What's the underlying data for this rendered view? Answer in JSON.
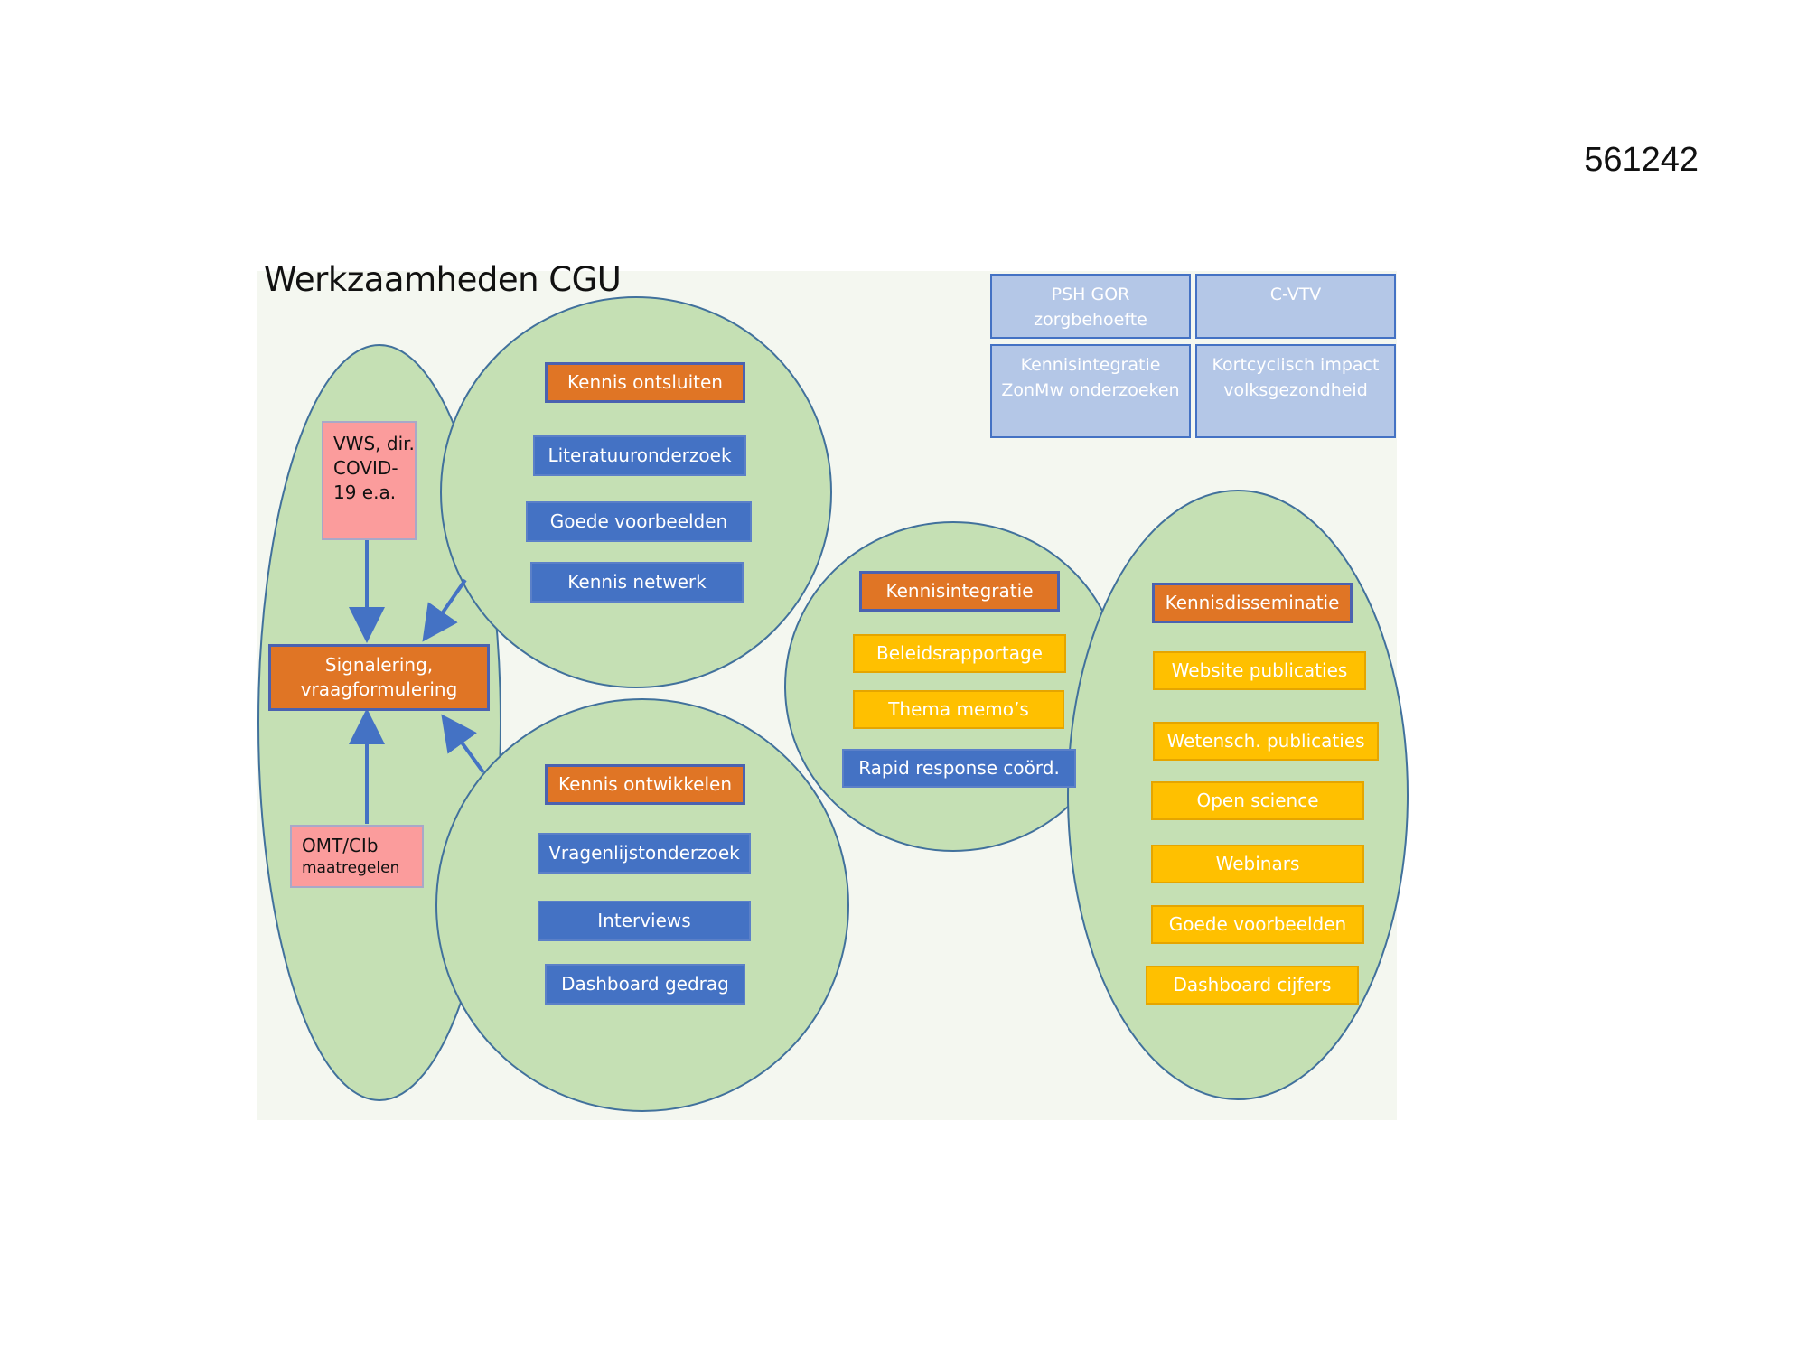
{
  "doc_number": "561242",
  "title": "Werkzaamheden CGU",
  "top_boxes": {
    "psh": "PSH GOR zorgbehoefte",
    "cvtv": "C-VTV",
    "kennisintegratie_zonmw": "Kennisintegratie ZonMw onderzoeken",
    "kortcyclisch": "Kortcyclisch impact volksgezondheid"
  },
  "left": {
    "vws": "VWS, dir. COVID-19 e.a.",
    "signalering": "Signalering, vraagformulering",
    "omt": "OMT/CIb",
    "maatregelen": "maatregelen"
  },
  "ontsluiten": {
    "header": "Kennis ontsluiten",
    "items": [
      "Literatuuronderzoek",
      "Goede voorbeelden",
      "Kennis netwerk"
    ]
  },
  "ontwikkelen": {
    "header": "Kennis ontwikkelen",
    "items": [
      "Vragenlijstonderzoek",
      "Interviews",
      "Dashboard gedrag"
    ]
  },
  "integratie": {
    "header": "Kennisintegratie",
    "items": [
      "Beleidsrapportage",
      "Thema memo’s",
      "Rapid response coörd."
    ]
  },
  "disseminatie": {
    "header": "Kennisdisseminatie",
    "items": [
      "Website publicaties",
      "Wetensch. publicaties",
      "Open science",
      "Webinars",
      "Goede voorbeelden",
      "Dashboard cijfers"
    ]
  },
  "colors": {
    "panel_green": "#c5e0b4",
    "outline_blue": "#41719c",
    "orange": "#e07525",
    "blue": "#4472c4",
    "yellow": "#ffc000",
    "pink": "#fb9c9c",
    "light_blue": "#b4c7e7"
  }
}
